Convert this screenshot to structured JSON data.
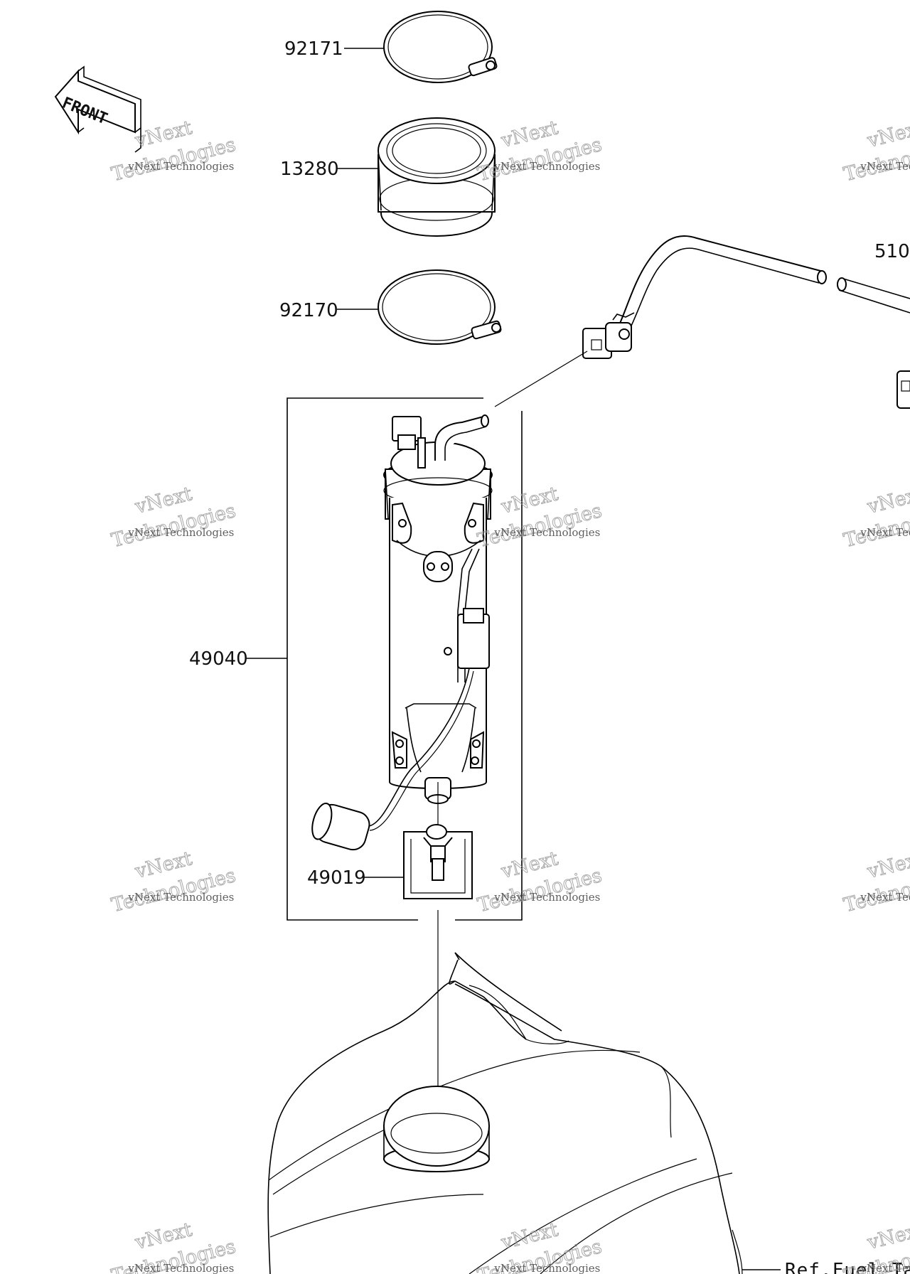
{
  "callouts": [
    {
      "key": "clamp_top",
      "number": "92171"
    },
    {
      "key": "seal",
      "number": "13280"
    },
    {
      "key": "clamp_bottom",
      "number": "92170"
    },
    {
      "key": "pump_assy",
      "number": "49040"
    },
    {
      "key": "filter",
      "number": "49019"
    },
    {
      "key": "hose",
      "number": "510"
    }
  ],
  "front_label": "FRONT",
  "reference": "Ref.Fuel Ta",
  "watermark": {
    "line1": "vNext",
    "line2": "vNext Technologies",
    "line3": "Technologies"
  },
  "colors": {
    "ink": "#000000",
    "background": "#ffffff",
    "watermark": "#999999"
  }
}
